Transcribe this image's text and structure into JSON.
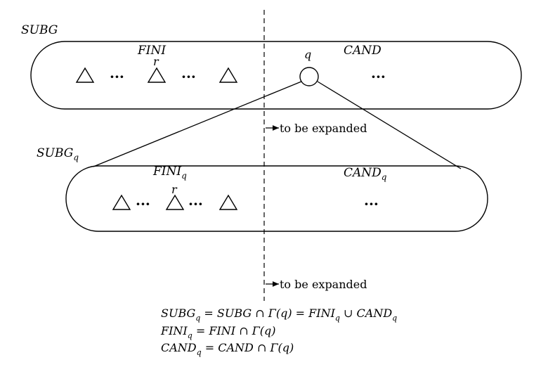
{
  "diagram": {
    "top_set": {
      "label": "SUBG",
      "left_region": "FINI",
      "right_region": "CAND",
      "marked_node": "r",
      "expanding_vertex": "q"
    },
    "bottom_set": {
      "label": "SUBG",
      "label_sub": "q",
      "left_region": "FINI",
      "left_sub": "q",
      "right_region": "CAND",
      "right_sub": "q",
      "marked_node": "r"
    },
    "ellipsis": "···",
    "arrow_label_top": "to be expanded",
    "arrow_label_bottom": "to be expanded",
    "equations": [
      "SUBG_q = SUBG ∩ Γ(q) = FINI_q ∪ CAND_q",
      "FINI_q = FINI ∩ Γ(q)",
      "CAND_q = CAND ∩ Γ(q)"
    ]
  },
  "eq": {
    "e1_a": "SUBG",
    "e1_a_sub": "q",
    "e1_b": " = SUBG ∩ Γ(q) = FINI",
    "e1_b_sub": "q",
    "e1_c": " ∪ CAND",
    "e1_c_sub": "q",
    "e2_a": "FINI",
    "e2_a_sub": "q",
    "e2_b": " = FINI ∩ Γ(q)",
    "e3_a": "CAND",
    "e3_a_sub": "q",
    "e3_b": " = CAND ∩ Γ(q)"
  }
}
